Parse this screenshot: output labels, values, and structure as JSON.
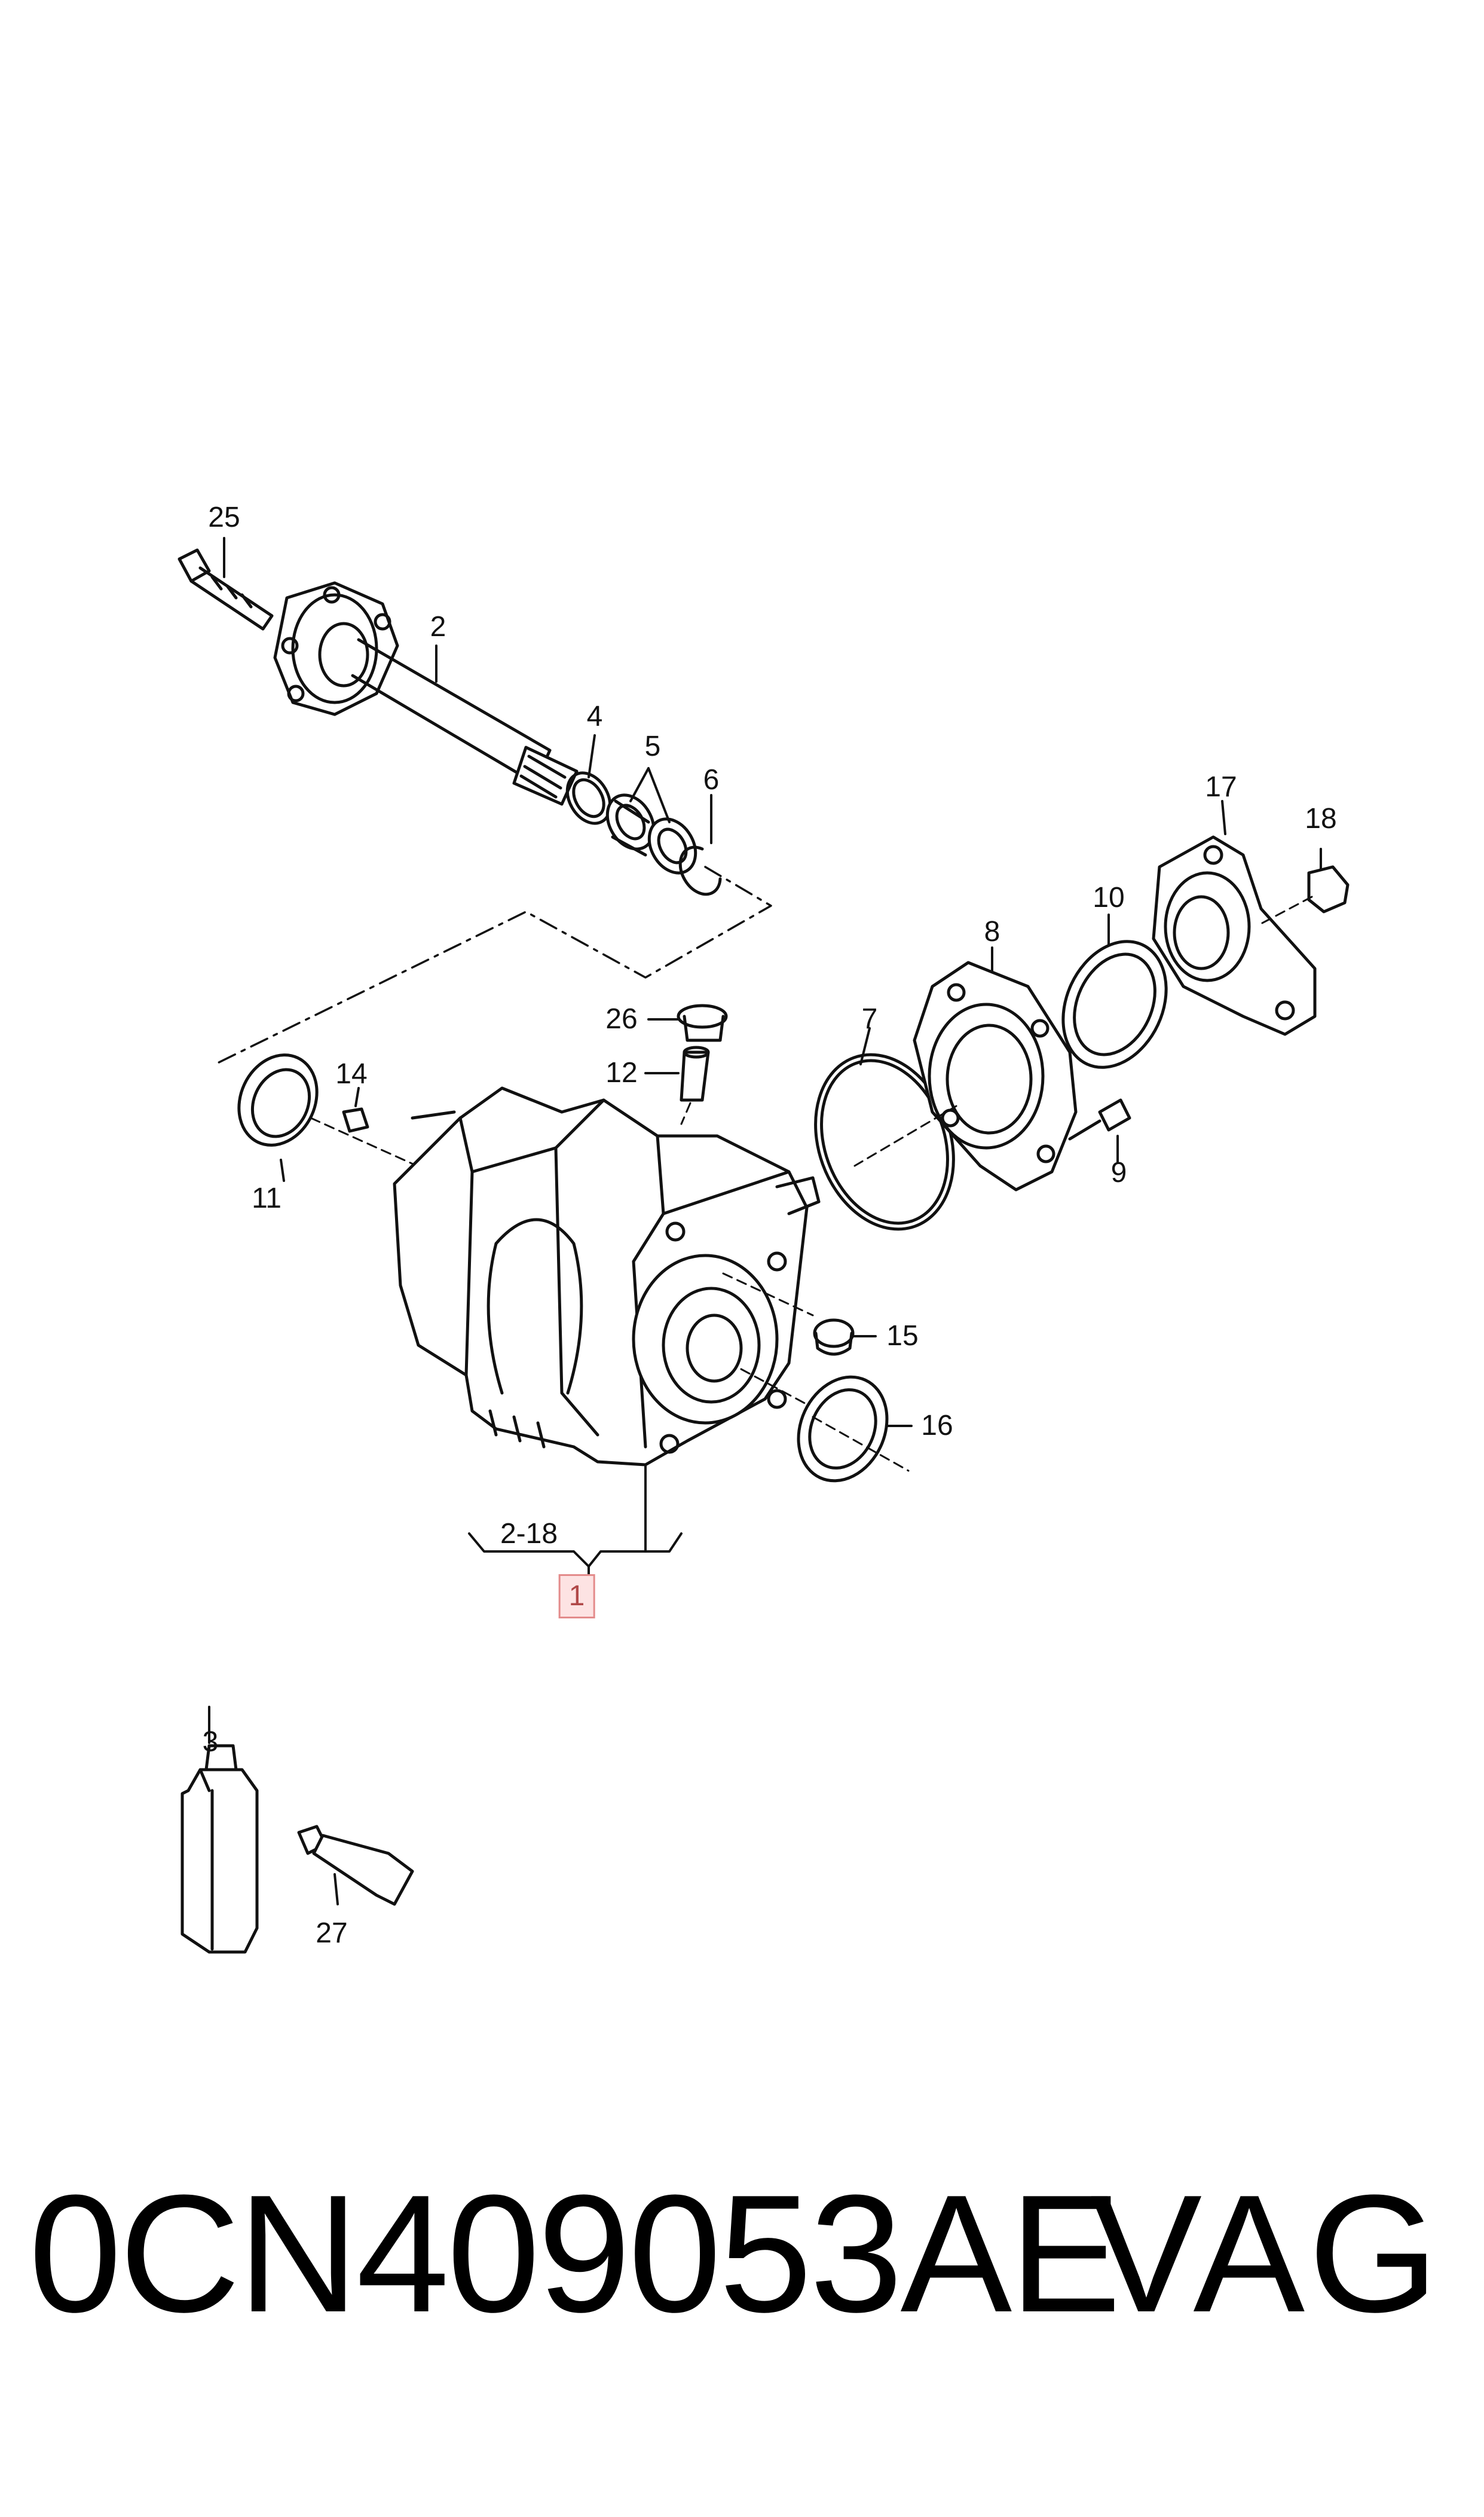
{
  "diagram": {
    "labels": [
      {
        "id": "25",
        "text": "25"
      },
      {
        "id": "2",
        "text": "2"
      },
      {
        "id": "4",
        "text": "4"
      },
      {
        "id": "5",
        "text": "5"
      },
      {
        "id": "6",
        "text": "6"
      },
      {
        "id": "17",
        "text": "17"
      },
      {
        "id": "18",
        "text": "18"
      },
      {
        "id": "10",
        "text": "10"
      },
      {
        "id": "8",
        "text": "8"
      },
      {
        "id": "7",
        "text": "7"
      },
      {
        "id": "26",
        "text": "26"
      },
      {
        "id": "12",
        "text": "12"
      },
      {
        "id": "14",
        "text": "14"
      },
      {
        "id": "11",
        "text": "11"
      },
      {
        "id": "9",
        "text": "9"
      },
      {
        "id": "15",
        "text": "15"
      },
      {
        "id": "16",
        "text": "16"
      },
      {
        "id": "2-18",
        "text": "2-18"
      },
      {
        "id": "1",
        "text": "1",
        "highlighted": true
      },
      {
        "id": "3",
        "text": "3"
      },
      {
        "id": "27",
        "text": "27"
      }
    ],
    "highlight_color": "#e38b8b"
  },
  "footer": {
    "part_number": "0CN409053AE",
    "brand": "VAG"
  }
}
